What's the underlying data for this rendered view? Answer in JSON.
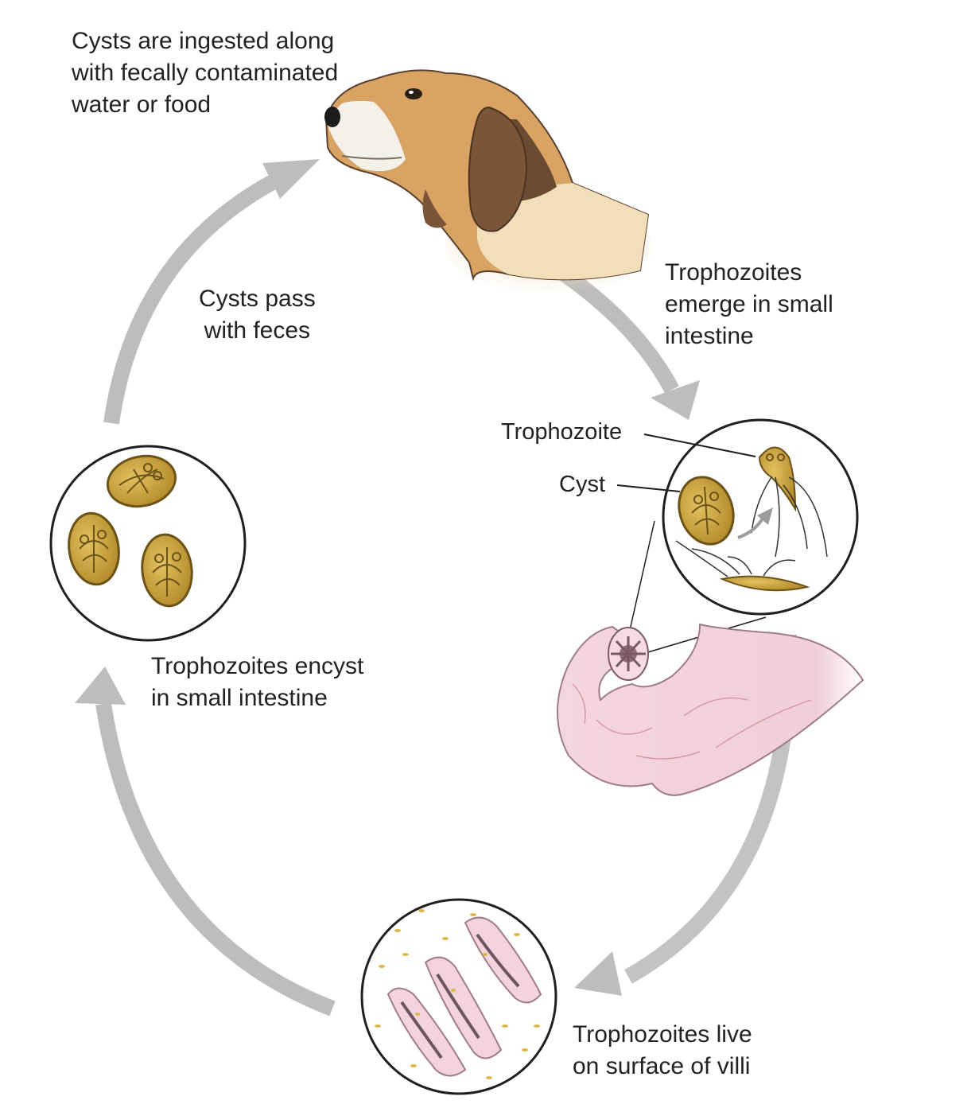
{
  "diagram": {
    "steps": [
      {
        "id": "ingest",
        "lines": [
          "Cysts are ingested along",
          "with fecally contaminated",
          "water or food"
        ]
      },
      {
        "id": "emerge",
        "lines": [
          "Trophozoites",
          "emerge in small",
          "intestine"
        ]
      },
      {
        "id": "villi",
        "lines": [
          "Trophozoites live",
          "on surface of villi"
        ]
      },
      {
        "id": "encyst",
        "lines": [
          "Trophozoites encyst",
          "in small intestine"
        ]
      },
      {
        "id": "pass",
        "lines": [
          "Cysts pass",
          "with feces"
        ]
      }
    ],
    "callouts": {
      "trophozoite": "Trophozoite",
      "cyst": "Cyst"
    }
  },
  "colors": {
    "arrow": "#bdbdbd",
    "cyst_fill": "#c9a23a",
    "cyst_edge": "#6b5318",
    "intestine": "#f2d3dc",
    "intestine_edge": "#a07c86",
    "dog_tan": "#d9a463",
    "dog_dark": "#6a4a30",
    "dog_white": "#f4f1ea"
  }
}
